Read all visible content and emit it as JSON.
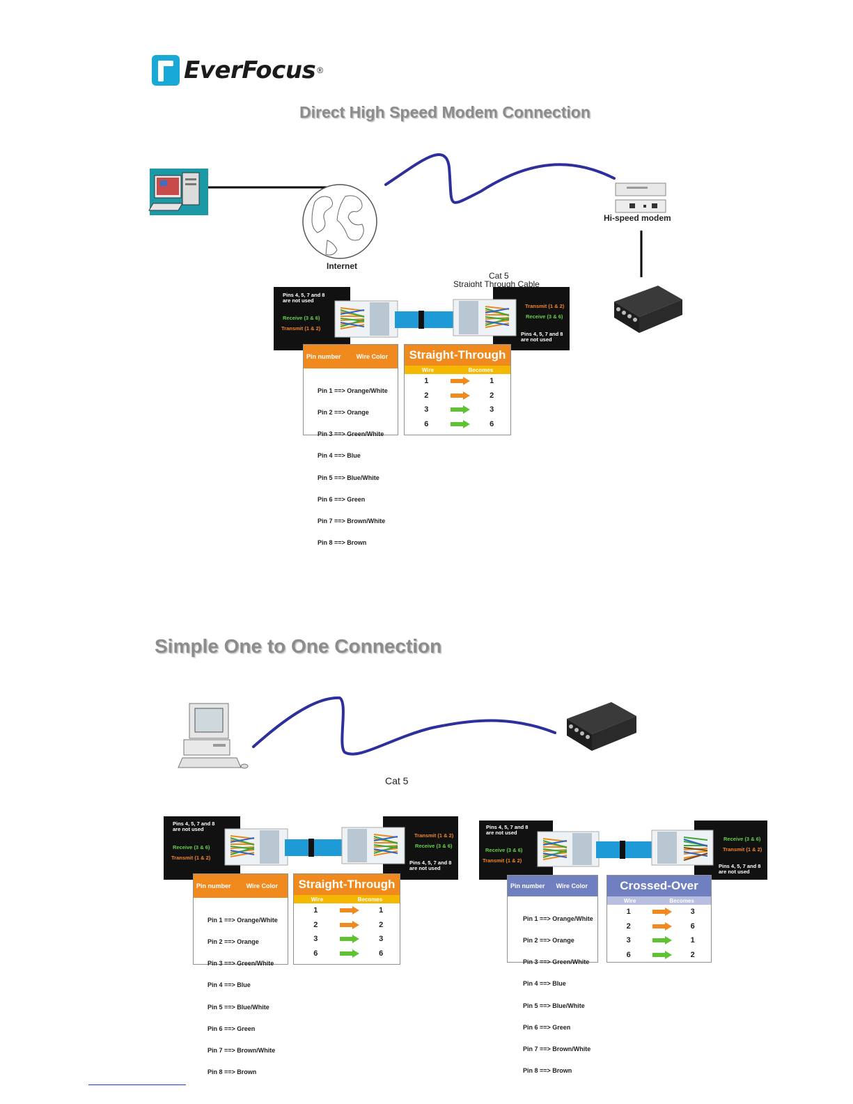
{
  "logo": {
    "text": "EverFocus",
    "registered": "®"
  },
  "sections": {
    "top_title": "Direct High Speed Modem Connection",
    "bottom_title": "Simple One to One Connection"
  },
  "labels": {
    "internet": "Internet",
    "modem": "Hi-speed modem",
    "cat5_top_line1": "Cat 5",
    "cat5_top_line2": "Straight Through Cable",
    "cat5_bottom": "Cat 5"
  },
  "connector": {
    "pins_note_line1": "Pins 4, 5, 7 and 8",
    "pins_note_line2": "are not used",
    "receive_36": "Receive (3 & 6)",
    "transmit_12": "Transmit (1 & 2)"
  },
  "pin_table": {
    "header_pin": "Pin number",
    "header_color": "Wire Color",
    "rows": [
      "Pin 1 ==> Orange/White",
      "Pin 2 ==> Orange",
      "Pin 3 ==> Green/White",
      "Pin 4 ==> Blue",
      "Pin 5 ==> Blue/White",
      "Pin 6 ==> Green",
      "Pin 7 ==> Brown/White",
      "Pin 8 ==> Brown"
    ]
  },
  "straight_through": {
    "title": "Straight-Through",
    "col_wire": "Wire",
    "col_becomes": "Becomes",
    "rows": [
      {
        "wire": "1",
        "becomes": "1",
        "color": "#f08a1e"
      },
      {
        "wire": "2",
        "becomes": "2",
        "color": "#f08a1e"
      },
      {
        "wire": "3",
        "becomes": "3",
        "color": "#5ec231"
      },
      {
        "wire": "6",
        "becomes": "6",
        "color": "#5ec231"
      }
    ]
  },
  "crossed_over": {
    "title": "Crossed-Over",
    "col_wire": "Wire",
    "col_becomes": "Becomes",
    "rows": [
      {
        "wire": "1",
        "becomes": "3",
        "color": "#f08a1e"
      },
      {
        "wire": "2",
        "becomes": "6",
        "color": "#f08a1e"
      },
      {
        "wire": "3",
        "becomes": "1",
        "color": "#5ec231"
      },
      {
        "wire": "6",
        "becomes": "2",
        "color": "#5ec231"
      }
    ]
  },
  "colors": {
    "cable": "#2d2f9c",
    "straight_accent": "#f08a1e",
    "straight_sub": "#f5b800",
    "crossed_accent": "#6f7fc0",
    "crossed_sub": "#b9bfe0",
    "title_gray": "#8c8c8c"
  }
}
